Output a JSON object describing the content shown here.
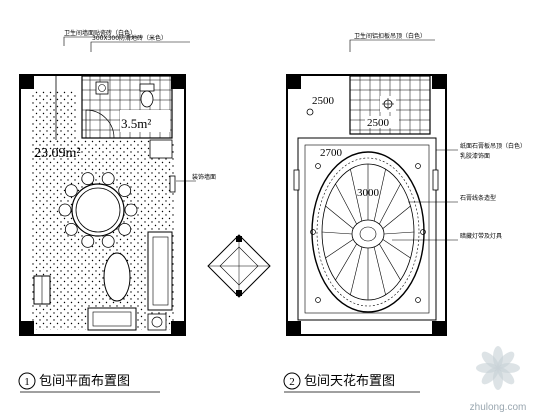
{
  "plan_left": {
    "area_main": "23.09m²",
    "area_wc": "3.5m²",
    "title_num": "1",
    "title": "包间平面布置图",
    "note_top_1": "卫生间墙面贴瓷砖（白色）",
    "note_top_2": "300X300防滑地砖（米色）",
    "note_right": "装饰墙面"
  },
  "plan_right": {
    "dim_1": "2500",
    "dim_2": "2500",
    "dim_3": "2700",
    "dim_4": "3000",
    "title_num": "2",
    "title": "包间天花布置图",
    "note_top": "卫生间铝扣板吊顶（白色）",
    "note_r1": "纸面石膏板吊顶（白色）",
    "note_r2": "乳胶漆饰面",
    "note_r3": "石膏线条造型",
    "note_r4": "暗藏灯带及灯具"
  },
  "watermark": "zhulong.com"
}
